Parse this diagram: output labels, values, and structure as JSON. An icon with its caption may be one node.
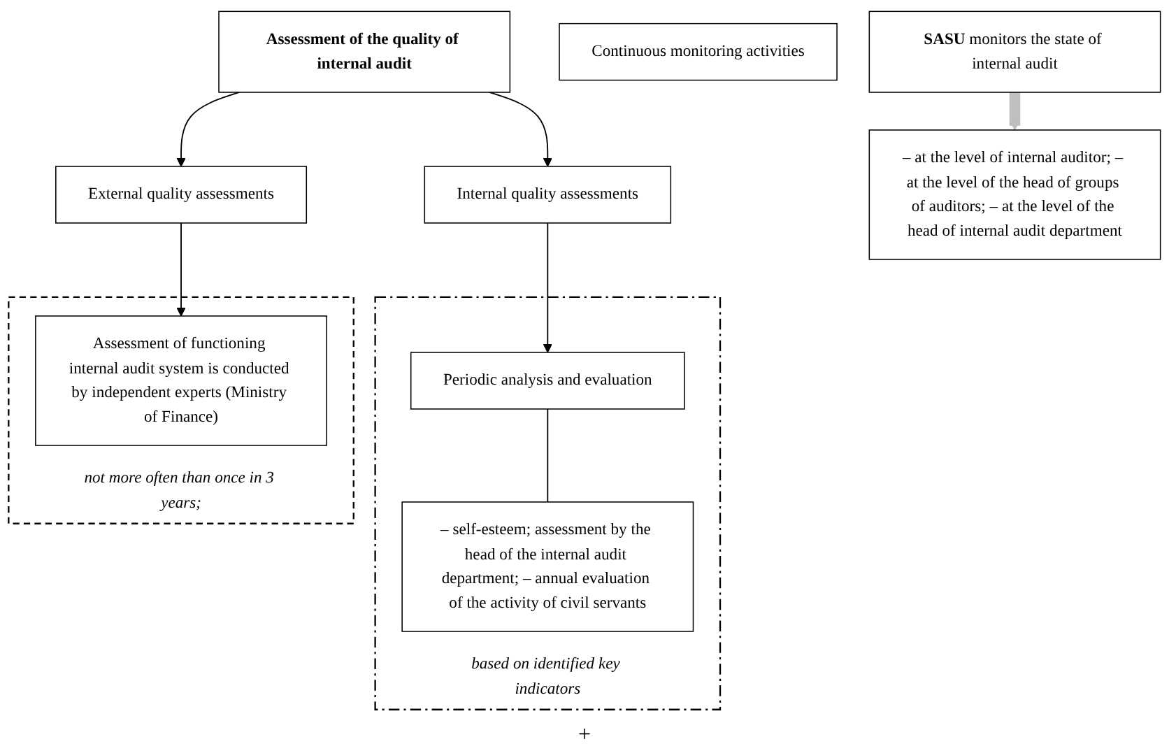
{
  "diagram": {
    "nodes": [
      {
        "text": [
          "Assessment of the quality of internal audit"
        ]
      },
      {
        "text": [
          "Internal quality assessments"
        ]
      },
      {
        "text": [
          "External quality assessments"
        ]
      },
      {
        "text": [
          "based on identified key indicators"
        ]
      },
      {
        "text": [
          "Periodic analysis and evaluation"
        ],
        "in": 3
      },
      {
        "text": [
          "Continuous monitoring activities"
        ]
      },
      {
        "text": [
          "– self-esteem; assessment by the head of the internal audit department; – annual evaluation of the activity of civil servants"
        ],
        "in": 3
      },
      {
        "text": [
          "– at the level of internal auditor; – at the level of the head of groups of auditors; – at the level of the head of internal audit department"
        ]
      },
      {
        "text": [
          "not more often than once in 3 years;"
        ]
      },
      {
        "text": [
          "Assessment of functioning internal audit system is conducted by independent experts (Ministry of Finance)"
        ],
        "in": 8
      },
      {
        "text": [
          "**SASU** monitors the state of internal audit"
        ]
      }
    ],
    "edges": [
      {
        "from": 0,
        "to": 1,
        "arrow": "to"
      },
      {
        "from": 0,
        "to": 2,
        "arrow": "to"
      },
      {
        "from": 1,
        "to": 4,
        "arrow": "to"
      },
      {
        "from": 4,
        "to": 6,
        "arrow": "none"
      },
      {
        "from": 2,
        "to": 9,
        "arrow": "to"
      },
      {
        "from": 10,
        "to": 7,
        "arrow": "to",
        "style": "thick",
        "color": "#bfbfbf"
      }
    ],
    "labels": [
      "+"
    ]
  }
}
